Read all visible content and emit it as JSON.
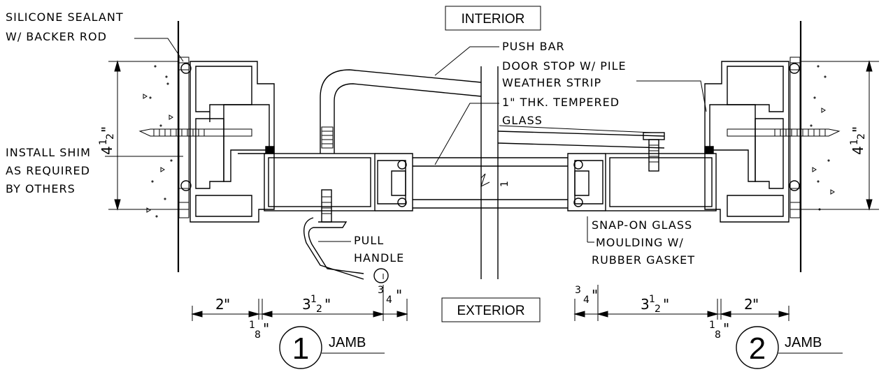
{
  "labels": {
    "interior": "INTERIOR",
    "exterior": "EXTERIOR"
  },
  "notes": {
    "silicone_1": "SILICONE SEALANT",
    "silicone_2": "W/ BACKER ROD",
    "install_1": "INSTALL SHIM",
    "install_2": "AS REQUIRED",
    "install_3": "BY OTHERS",
    "push_bar": "PUSH BAR",
    "door_stop_1": "DOOR STOP W/ PILE",
    "door_stop_2": "WEATHER STRIP",
    "glass_1": "1\" THK. TEMPERED",
    "glass_2": "GLASS",
    "pull_1": "PULL",
    "pull_2": "HANDLE",
    "snap_1": "SNAP-ON GLASS",
    "snap_2": "MOULDING W/",
    "snap_3": "RUBBER GASKET"
  },
  "dimensions": {
    "left_height_whole": "4",
    "left_height_frac_num": "1",
    "left_height_frac_den": "2",
    "inch_mark": "\"",
    "right_height_whole": "4",
    "right_height_frac_num": "1",
    "right_height_frac_den": "2",
    "glass_thk_whole": "1",
    "bottom_left": [
      {
        "whole": "2",
        "num": "",
        "den": "",
        "mark": "\""
      },
      {
        "whole": "3",
        "num": "1",
        "den": "2",
        "mark": "\""
      },
      {
        "whole": "",
        "num": "3",
        "den": "4",
        "mark": "\""
      },
      {
        "whole": "",
        "num": "1",
        "den": "8",
        "mark": "\""
      }
    ],
    "bottom_right": [
      {
        "whole": "",
        "num": "3",
        "den": "4",
        "mark": "\""
      },
      {
        "whole": "3",
        "num": "1",
        "den": "2",
        "mark": "\""
      },
      {
        "whole": "2",
        "num": "",
        "den": "",
        "mark": "\""
      },
      {
        "whole": "",
        "num": "1",
        "den": "8",
        "mark": "\""
      }
    ]
  },
  "details": [
    {
      "number": "1",
      "title": "JAMB"
    },
    {
      "number": "2",
      "title": "JAMB"
    }
  ]
}
